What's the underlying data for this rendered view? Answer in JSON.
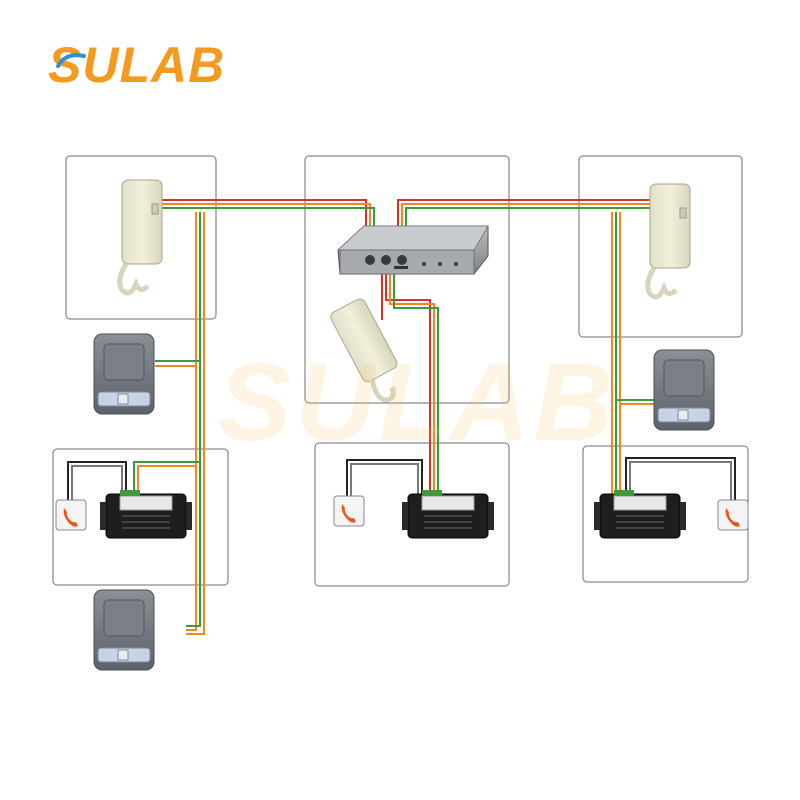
{
  "brand": {
    "logo_text": "SULAB",
    "watermark_text": "SULAB",
    "logo_color": "#f39a1f",
    "logo_swoosh_color": "#2f8fd8"
  },
  "wire_colors": {
    "red": "#d8302a",
    "orange": "#f08a1e",
    "green": "#3f9a3a",
    "black": "#222222",
    "gray": "#777777"
  },
  "components": [
    {
      "id": "host-unit",
      "icon": "intercom-host-unit-icon"
    },
    {
      "id": "host-handset",
      "icon": "handset-telephone-icon"
    },
    {
      "id": "left-handset",
      "icon": "handset-telephone-icon"
    },
    {
      "id": "right-handset",
      "icon": "handset-telephone-icon"
    },
    {
      "id": "left-speaker",
      "icon": "speaker-intercom-icon"
    },
    {
      "id": "right-speaker",
      "icon": "speaker-intercom-icon"
    },
    {
      "id": "bottom-speaker",
      "icon": "speaker-intercom-icon"
    },
    {
      "id": "left-control-box",
      "icon": "interface-module-icon"
    },
    {
      "id": "center-control-box",
      "icon": "interface-module-icon"
    },
    {
      "id": "right-control-box",
      "icon": "interface-module-icon"
    },
    {
      "id": "left-call-button",
      "icon": "phone-call-button-icon"
    },
    {
      "id": "center-call-button",
      "icon": "phone-call-button-icon"
    },
    {
      "id": "right-call-button",
      "icon": "phone-call-button-icon"
    }
  ]
}
